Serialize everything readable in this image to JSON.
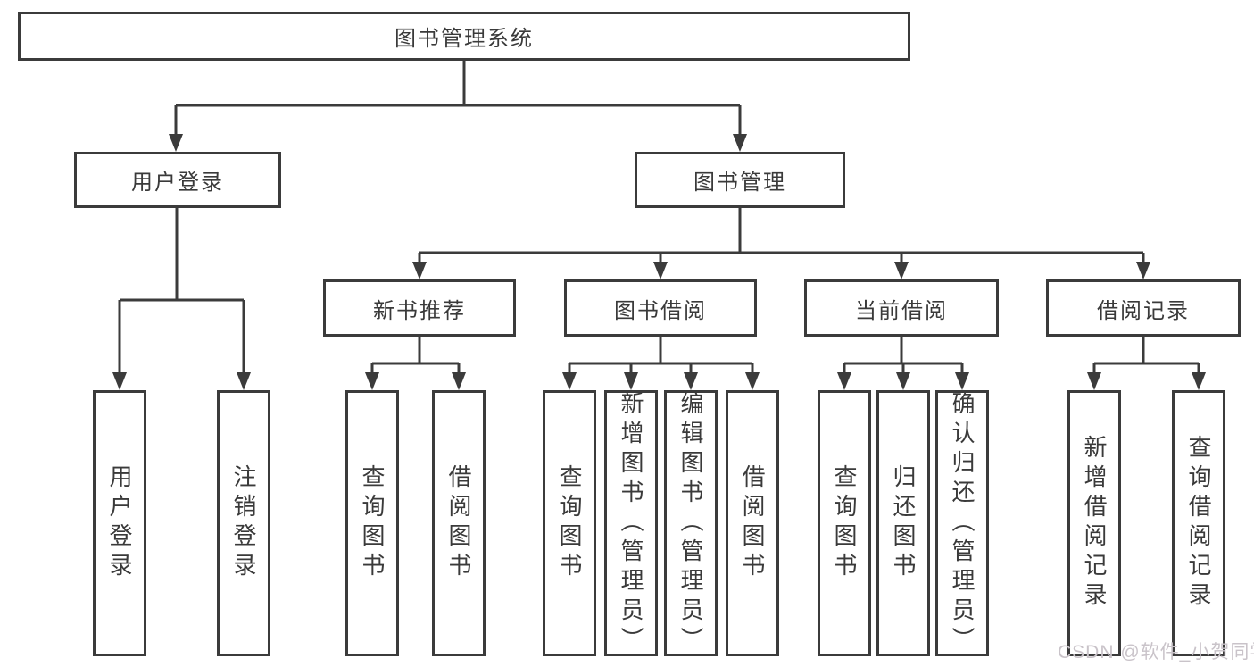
{
  "diagram": {
    "root": {
      "label": "图书管理系统"
    },
    "level2": [
      {
        "label": "用户登录"
      },
      {
        "label": "图书管理"
      }
    ],
    "level3": [
      {
        "label": "新书推荐"
      },
      {
        "label": "图书借阅"
      },
      {
        "label": "当前借阅"
      },
      {
        "label": "借阅记录"
      }
    ],
    "leaves": {
      "user_login": [
        "用户登录",
        "注销登录"
      ],
      "new_books": [
        "查询图书",
        "借阅图书"
      ],
      "book_borrow": [
        "查询图书",
        "新增图书（管理员）",
        "编辑图书（管理员）",
        "借阅图书"
      ],
      "current_borrow": [
        "查询图书",
        "归还图书",
        "确认归还（管理员）"
      ],
      "borrow_records": [
        "新增借阅记录",
        "查询借阅记录"
      ]
    }
  },
  "watermark": {
    "text": "CSDN @软件_小贺同学"
  },
  "colors": {
    "line": "#3b3b3b",
    "text": "#3a3a3a",
    "watermark": "#c9c3c9",
    "background": "#ffffff"
  }
}
